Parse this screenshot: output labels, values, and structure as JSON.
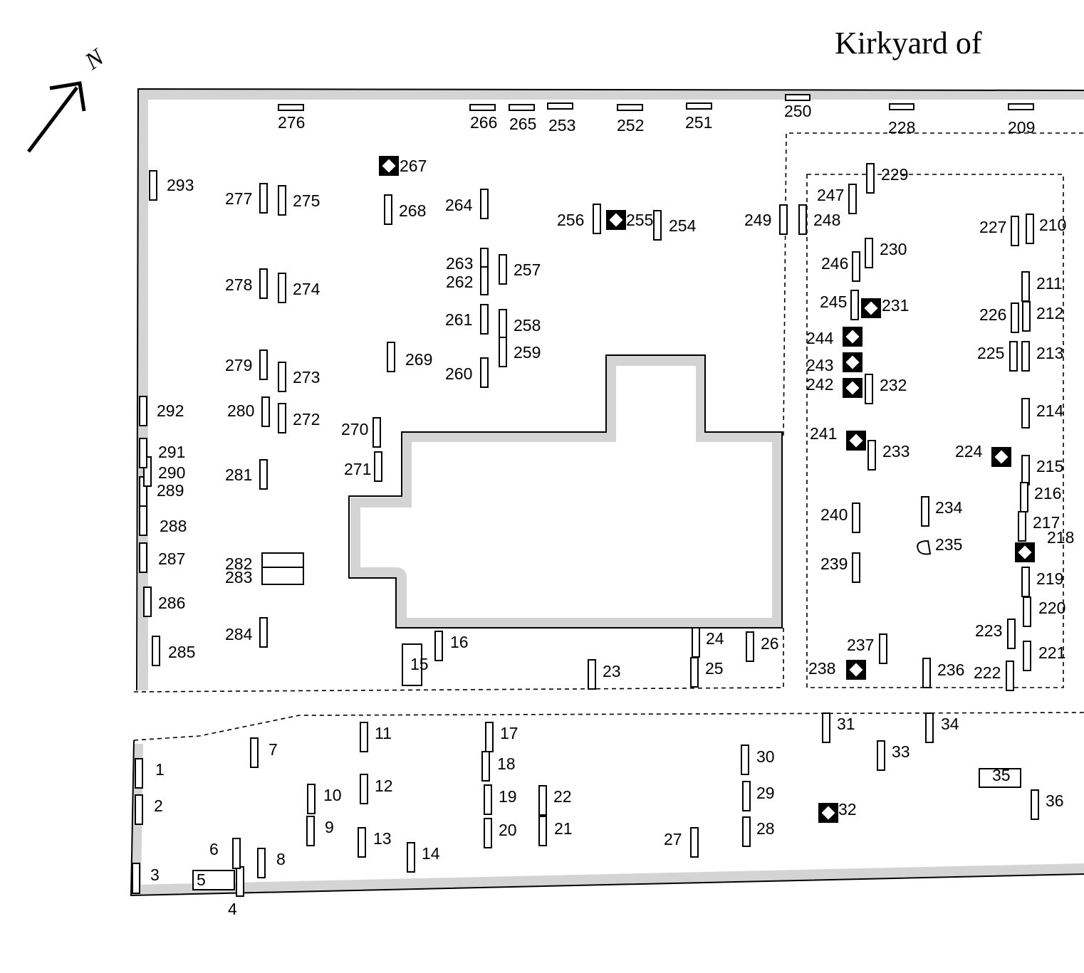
{
  "title": "Kirkyard of",
  "compass": {
    "label": "N"
  },
  "marker_legend": {
    "marked_grave_symbol": "black-square-white-diamond",
    "marked_color": "#000000"
  },
  "colors": {
    "wall": "#d4d4d4",
    "ink": "#000000",
    "paper": "#ffffff"
  },
  "marked_graves": [
    "267",
    "255",
    "231",
    "244",
    "243",
    "242",
    "241",
    "224",
    "218",
    "238",
    "32"
  ],
  "other_shapes": {
    "235": "curved-stone"
  },
  "grave_numbers": [
    "1",
    "2",
    "3",
    "4",
    "5",
    "6",
    "7",
    "8",
    "9",
    "10",
    "11",
    "12",
    "13",
    "14",
    "15",
    "16",
    "17",
    "18",
    "19",
    "20",
    "21",
    "22",
    "23",
    "24",
    "25",
    "26",
    "27",
    "28",
    "29",
    "30",
    "31",
    "32",
    "33",
    "34",
    "35",
    "36",
    "209",
    "210",
    "211",
    "212",
    "213",
    "214",
    "215",
    "216",
    "217",
    "218",
    "219",
    "220",
    "221",
    "222",
    "223",
    "224",
    "225",
    "226",
    "227",
    "228",
    "229",
    "230",
    "231",
    "232",
    "233",
    "234",
    "235",
    "236",
    "237",
    "238",
    "239",
    "240",
    "241",
    "242",
    "243",
    "244",
    "245",
    "246",
    "247",
    "248",
    "249",
    "250",
    "251",
    "252",
    "253",
    "254",
    "255",
    "256",
    "257",
    "258",
    "259",
    "260",
    "261",
    "262",
    "263",
    "264",
    "265",
    "266",
    "267",
    "268",
    "269",
    "270",
    "271",
    "272",
    "273",
    "274",
    "275",
    "276",
    "277",
    "278",
    "279",
    "280",
    "281",
    "282",
    "283",
    "284",
    "285",
    "286",
    "287",
    "288",
    "289",
    "290",
    "291",
    "292",
    "293"
  ]
}
